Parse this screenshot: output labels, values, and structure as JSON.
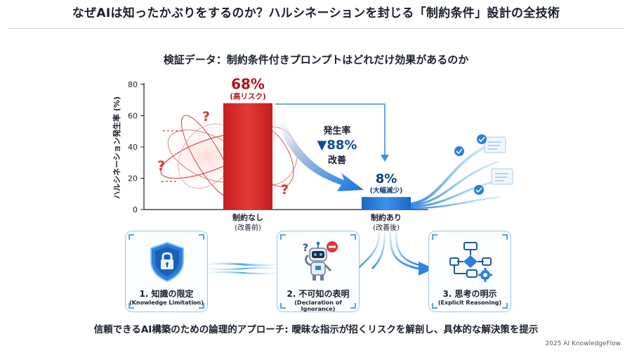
{
  "header": {
    "title": "なぜAIは知ったかぶりをするのか？ハルシネーションを封じる「制約条件」設計の全技術"
  },
  "chart_data": {
    "type": "bar",
    "title": "検証データ：制約条件付きプロンプトはどれだけ効果があるのか",
    "xlabel": "",
    "ylabel": "ハルシネーション発生率 (%)",
    "ylim": [
      0,
      80
    ],
    "yticks": [
      0,
      20,
      40,
      60,
      80
    ],
    "categories": [
      {
        "label": "制約なし",
        "sublabel": "(改善前)"
      },
      {
        "label": "制約あり",
        "sublabel": "(改善後)"
      }
    ],
    "values": [
      68,
      8
    ],
    "data_labels": [
      {
        "value": "68%",
        "note": "(高リスク)",
        "color": "#b3141b"
      },
      {
        "value": "8%",
        "note": "(大幅減少)",
        "color": "#0f3f7a"
      }
    ],
    "bar_colors": [
      "#d92a2a",
      "#2a7fdc"
    ],
    "improvement": {
      "line1": "発生率",
      "line2": "▼88%",
      "line3": "改善"
    },
    "grid": false
  },
  "pillars": [
    {
      "title": "1. 知識の限定",
      "subtitle": "(Knowledge Limitation)",
      "icon": "shield-lock-icon"
    },
    {
      "title": "2. 不可知の表明",
      "subtitle": "(Declaration of Ignorance)",
      "icon": "robot-icon"
    },
    {
      "title": "3. 思考の明示",
      "subtitle": "(Explicit Reasoning)",
      "icon": "flowchart-icon"
    }
  ],
  "footer": {
    "text": "信頼できるAI構築のための論理的アプローチ: 曖昧な指示が招くリスクを解剖し、具体的な解決策を提示",
    "copyright": "2025 AI KnowledgeFlow"
  },
  "colors": {
    "accent": "#2a7fdc",
    "danger": "#d92a2a",
    "ink": "#1a1f2e"
  }
}
